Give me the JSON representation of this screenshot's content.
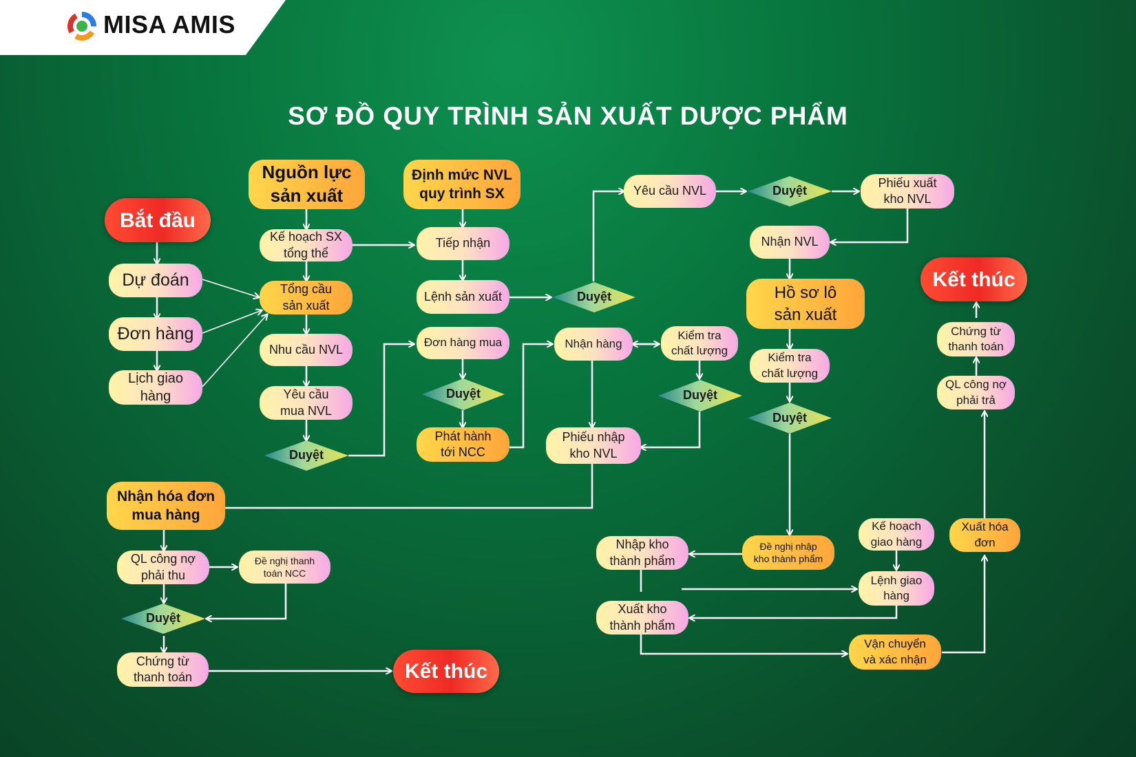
{
  "brand": {
    "name": "MISA AMIS",
    "mark": "misa-ring-logo"
  },
  "title": "SƠ ĐỒ QUY TRÌNH SẢN XUẤT DƯỢC PHẨM",
  "colors": {
    "background": "#08743d",
    "edge": "#ffffff",
    "pill_from": "#fff3a8",
    "pill_to": "#f7a8e6",
    "orange_from": "#ffd64a",
    "orange_to": "#ffa53a",
    "terminal": "#ee2a25",
    "diamond_from": "#2a8c8c",
    "diamond_to": "#e7e255"
  },
  "nodes": {
    "bat_dau": "Bắt đầu",
    "du_doan": "Dự đoán",
    "don_hang": "Đơn hàng",
    "lich_giao_hang": "Lịch giao\nhàng",
    "nguon_luc": "Nguồn lực\nsản xuất",
    "ke_hoach_sx": "Kế hoạch SX\ntổng thể",
    "tong_cau": "Tổng cầu\nsản xuất",
    "nhu_cau_nvl": "Nhu cầu NVL",
    "yeu_cau_mua_nvl": "Yêu cầu\nmua NVL",
    "duyet_mua_nvl": "Duyệt",
    "dinh_muc": "Định mức NVL\nquy trình SX",
    "tiep_nhan": "Tiếp nhận",
    "lenh_san_xuat": "Lệnh sản xuất",
    "duyet_lenh_sx": "Duyệt",
    "don_hang_mua": "Đơn hàng mua",
    "duyet_dhm": "Duyệt",
    "phat_hanh_ncc": "Phát hành\ntới NCC",
    "nhan_hang": "Nhận hàng",
    "kiem_tra_cl_1": "Kiểm tra\nchất lượng",
    "duyet_kt_1": "Duyệt",
    "phieu_nhap_kho_nvl": "Phiếu nhập\nkho NVL",
    "yeu_cau_nvl": "Yêu cầu NVL",
    "duyet_yc_nvl": "Duyệt",
    "phieu_xuat_kho_nvl": "Phiếu xuất\nkho NVL",
    "nhan_nvl": "Nhận NVL",
    "ho_so_lo": "Hồ sơ lô\nsản xuất",
    "kiem_tra_cl_2": "Kiểm tra\nchất lượng",
    "duyet_kt_2": "Duyệt",
    "de_nghi_nhap_kho_tp": "Đề nghị nhập\nkho thành phẩm",
    "nhap_kho_tp": "Nhập kho\nthành phẩm",
    "ke_hoach_giao_hang": "Kế hoạch\ngiao hàng",
    "lenh_giao_hang": "Lệnh giao\nhàng",
    "xuat_kho_tp": "Xuất kho\nthành phẩm",
    "van_chuyen": "Vận chuyển\nvà xác nhận",
    "xuat_hoa_don": "Xuất hóa\nđơn",
    "ql_cong_no_phai_tra": "QL công nợ\nphải trả",
    "chung_tu_tt_right": "Chứng từ\nthanh toán",
    "ket_thuc_right": "Kết thúc",
    "nhan_hoa_don": "Nhận hóa đơn\nmua hàng",
    "ql_cong_no_phai_thu": "QL công nợ\nphải thu",
    "de_nghi_tt_ncc": "Đề nghị thanh\ntoán NCC",
    "duyet_tt": "Duyệt",
    "chung_tu_tt_left": "Chứng từ\nthanh toán",
    "ket_thuc_left": "Kết thúc"
  }
}
